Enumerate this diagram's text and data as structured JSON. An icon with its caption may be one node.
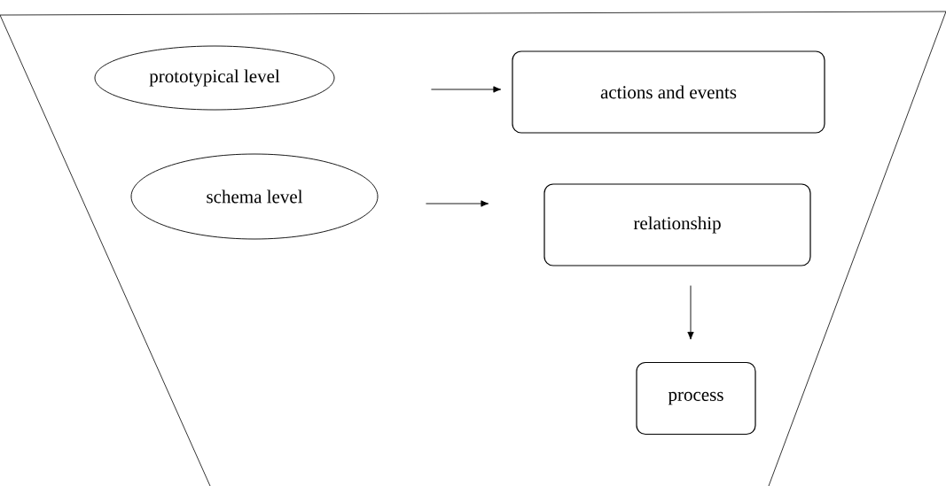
{
  "diagram": {
    "nodes": [
      {
        "text": [],
        "shape": "trapezoid"
      },
      {
        "text": [
          "prototypical level"
        ],
        "in": 0
      },
      {
        "text": [
          "actions and events"
        ],
        "in": 0
      },
      {
        "text": [
          "schema level"
        ],
        "in": 0
      },
      {
        "text": [
          "relationship"
        ],
        "in": 0
      },
      {
        "text": [
          "process"
        ],
        "in": 0
      }
    ],
    "edges": [
      {
        "from": null,
        "to": 2,
        "arrow": "to"
      },
      {
        "from": 3,
        "to": 4,
        "arrow": "to"
      },
      {
        "from": 4,
        "to": 5,
        "arrow": "to"
      }
    ]
  }
}
